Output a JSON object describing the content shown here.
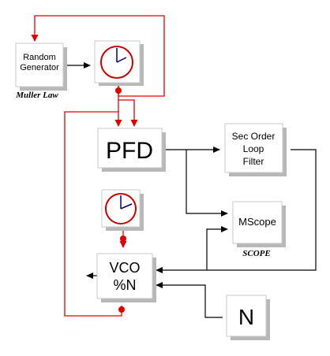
{
  "diagram": {
    "blocks": {
      "random_generator": {
        "line1": "Random",
        "line2": "Generator"
      },
      "pfd": {
        "label": "PFD"
      },
      "loop_filter": {
        "line1": "Sec Order",
        "line2": "Loop",
        "line3": "Filter"
      },
      "mscope": {
        "label": "MScope"
      },
      "vco": {
        "line1": "VCO",
        "line2": "%N"
      },
      "n_const": {
        "label": "N"
      }
    },
    "captions": {
      "muller_law": "Muller Law",
      "scope": "SCOPE"
    },
    "icons": [
      "clock-icon",
      "clock-icon"
    ],
    "colors": {
      "event_link": "#e00000",
      "data_link": "#000000",
      "clock_rim": "#cc0000",
      "clock_hand": "#000080"
    }
  }
}
